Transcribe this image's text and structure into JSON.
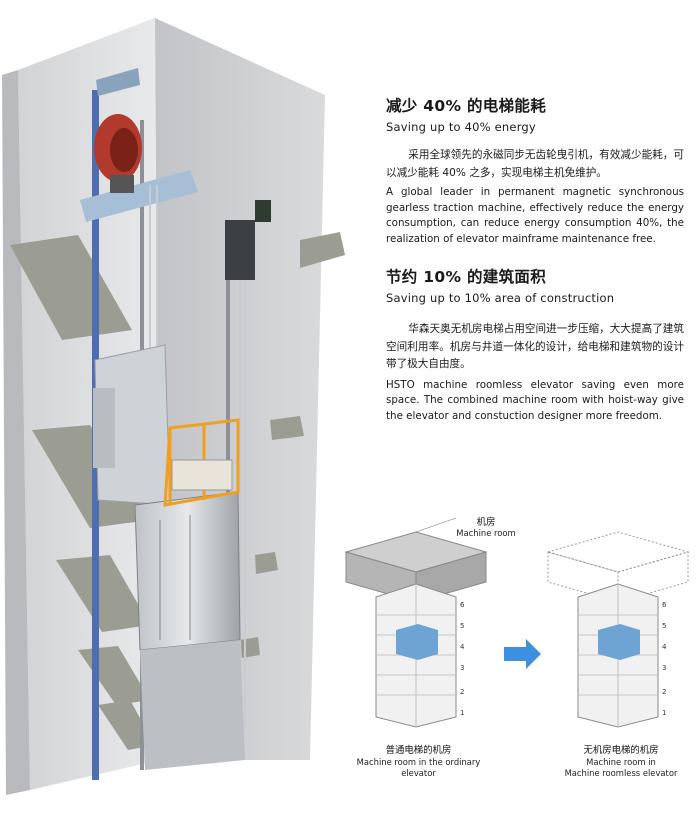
{
  "sections": [
    {
      "heading_cn": "减少 40% 的电梯能耗",
      "heading_en": "Saving up to 40% energy",
      "body_cn": "采用全球领先的永磁同步无齿轮曳引机，有效减少能耗，可以减少能耗 40% 之多，实现电梯主机免维护。",
      "body_en": "A global leader in permanent magnetic synchronous gearless traction machine, effectively reduce the energy consumption, can reduce energy consumption 40%, the realization of elevator mainframe maintenance free."
    },
    {
      "heading_cn": "节约 10% 的建筑面积",
      "heading_en": "Saving up to 10% area of construction",
      "body_cn": "华森天奥无机房电梯占用空间进一步压缩，大大提高了建筑空间利用率。机房与井道一体化的设计，给电梯和建筑物的设计带了极大自由度。",
      "body_en": "HSTO machine roomless elevator saving even more space. The combined machine room with hoist-way give the elevator and constuction designer more freedom."
    }
  ],
  "diagram": {
    "machine_room_label_cn": "机房",
    "machine_room_label_en": "Machine room",
    "floors": [
      "6",
      "5",
      "4",
      "3",
      "2",
      "1"
    ],
    "left_caption_cn": "普通电梯的机房",
    "left_caption_en": "Machine room in the ordinary elevator",
    "right_caption_cn": "无机房电梯的机房",
    "right_caption_en_line1": "Machine room in",
    "right_caption_en_line2": "Machine roomless elevator",
    "colors": {
      "car": "#6ea4d4",
      "arrow": "#3d8fe0",
      "room": "#bdbdbd"
    }
  }
}
